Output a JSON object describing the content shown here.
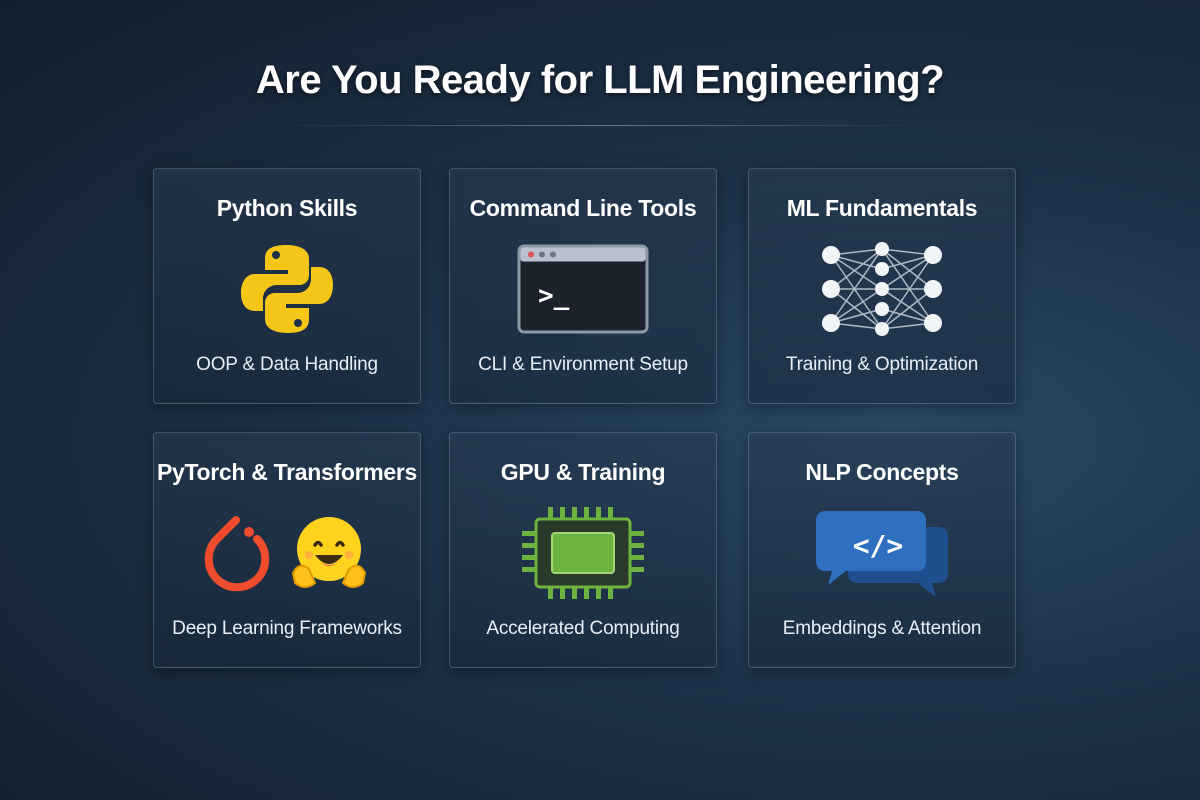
{
  "title": "Are You Ready for LLM Engineering?",
  "cards": [
    {
      "title": "Python Skills",
      "subtitle": "OOP & Data Handling",
      "icon": "python-logo-icon"
    },
    {
      "title": "Command Line Tools",
      "subtitle": "CLI & Environment Setup",
      "icon": "terminal-icon",
      "prompt": ">_"
    },
    {
      "title": "ML Fundamentals",
      "subtitle": "Training & Optimization",
      "icon": "neural-network-icon"
    },
    {
      "title": "PyTorch & Transformers",
      "subtitle": "Deep Learning Frameworks",
      "icon": "pytorch-logo-icon"
    },
    {
      "title": "GPU & Training",
      "subtitle": "Accelerated Computing",
      "icon": "gpu-chip-icon"
    },
    {
      "title": "NLP Concepts",
      "subtitle": "Embeddings & Attention",
      "icon": "code-chat-icon",
      "code": "</>"
    }
  ],
  "colors": {
    "python_blue": "#3b6fb0",
    "python_yellow": "#f5c518",
    "pytorch_red": "#ee4c2c",
    "hf_yellow": "#ffd21e",
    "gpu_green": "#6db33f",
    "chat_blue": "#2f6fc0"
  }
}
